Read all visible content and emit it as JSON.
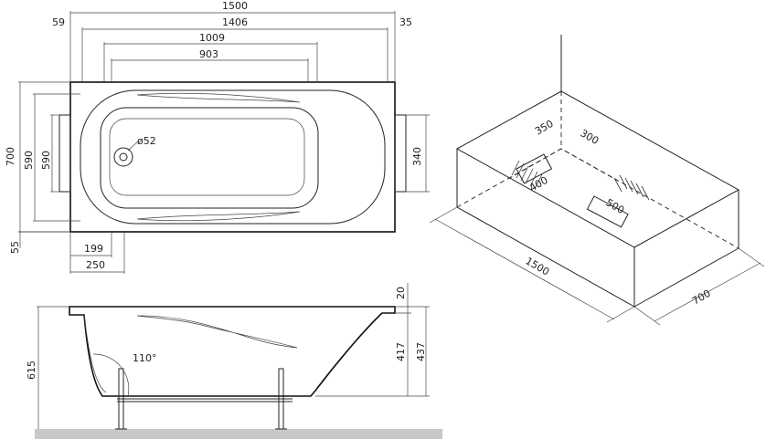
{
  "top_view": {
    "overall_length": "1500",
    "left_offset": "59",
    "inner_length": "1406",
    "right_offset": "35",
    "support_span": "1009",
    "leg_span": "903",
    "overall_width": "700",
    "inner_width_outer": "590",
    "inner_width_inner": "590",
    "side_offset": "55",
    "leg_width": "340",
    "drain_diameter": "ø52",
    "drain_x": "199",
    "leg_x": "250"
  },
  "side_view": {
    "total_height": "615",
    "rim_height": "20",
    "depth": "417",
    "full_depth": "437",
    "angle": "110°"
  },
  "iso_view": {
    "length": "1500",
    "width": "700",
    "off_a": "350",
    "off_b": "300",
    "leg_a": "400",
    "leg_b": "500"
  }
}
